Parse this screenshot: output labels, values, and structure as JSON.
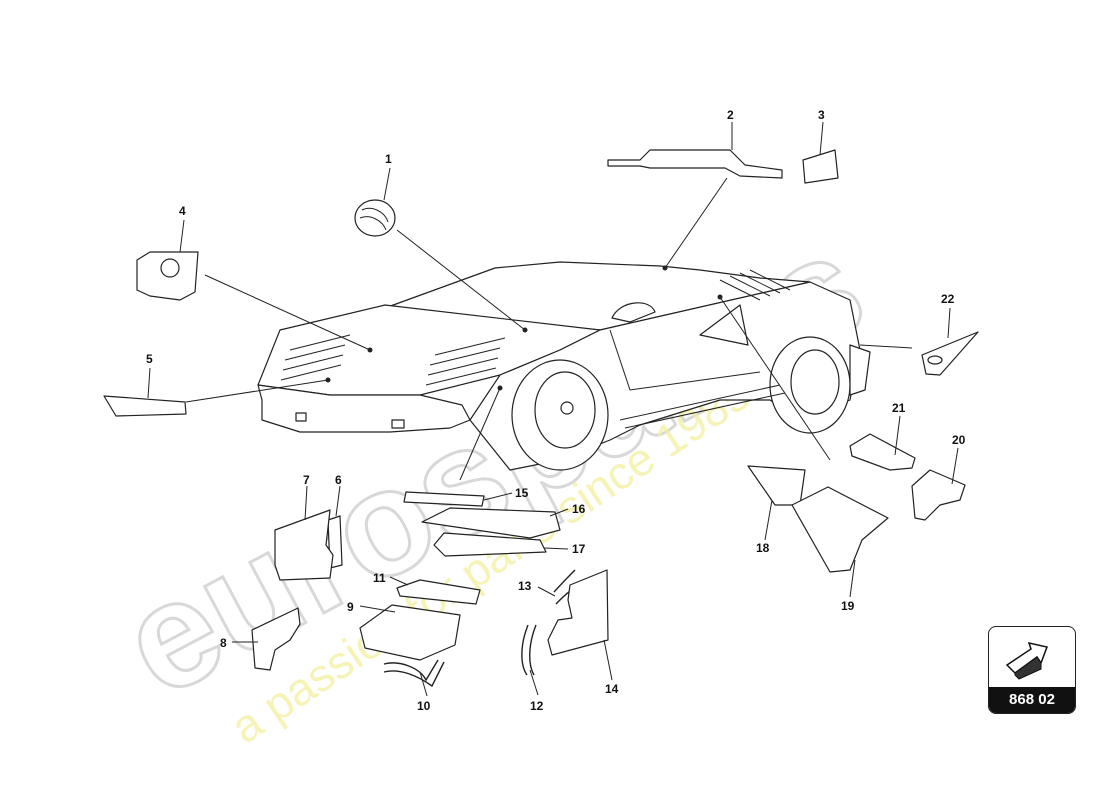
{
  "watermark": {
    "logo": "eurospares",
    "slogan": "a passion for parts since 1985"
  },
  "callouts": [
    {
      "id": "1",
      "label": "1"
    },
    {
      "id": "2",
      "label": "2"
    },
    {
      "id": "3",
      "label": "3"
    },
    {
      "id": "4",
      "label": "4"
    },
    {
      "id": "5",
      "label": "5"
    },
    {
      "id": "6",
      "label": "6"
    },
    {
      "id": "7",
      "label": "7"
    },
    {
      "id": "8",
      "label": "8"
    },
    {
      "id": "9",
      "label": "9"
    },
    {
      "id": "10",
      "label": "10"
    },
    {
      "id": "11",
      "label": "11"
    },
    {
      "id": "12",
      "label": "12"
    },
    {
      "id": "13",
      "label": "13"
    },
    {
      "id": "14",
      "label": "14"
    },
    {
      "id": "15",
      "label": "15"
    },
    {
      "id": "16",
      "label": "16"
    },
    {
      "id": "17",
      "label": "17"
    },
    {
      "id": "18",
      "label": "18"
    },
    {
      "id": "19",
      "label": "19"
    },
    {
      "id": "20",
      "label": "20"
    },
    {
      "id": "21",
      "label": "21"
    },
    {
      "id": "22",
      "label": "22"
    }
  ],
  "badge": {
    "code": "868 02",
    "icon": "direction-arrow-icon"
  }
}
